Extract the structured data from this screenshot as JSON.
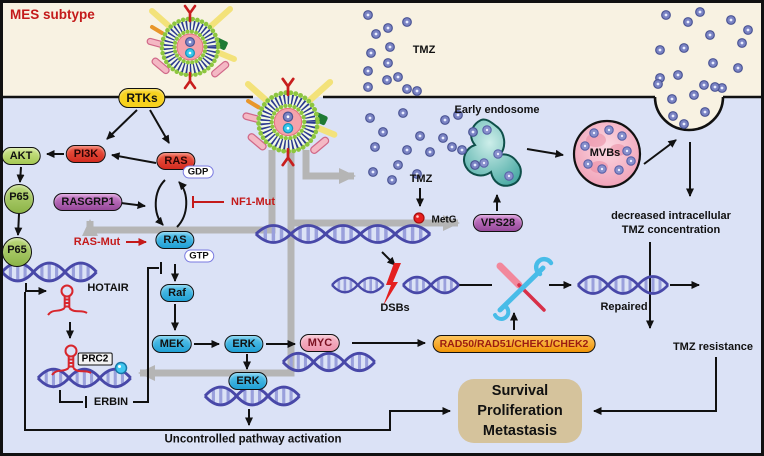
{
  "title": "MES subtype",
  "extracellular": {
    "tmz_label": "TMZ"
  },
  "membrane": {
    "rtks": "RTKs"
  },
  "signaling": {
    "pi3k": "PI3K",
    "akt": "AKT",
    "p65a": "P65",
    "p65b": "P65",
    "ras_gdp": "RAS",
    "gdp": "GDP",
    "rasgrp1": "RASGRP1",
    "nf1_mut": "NF1-Mut",
    "ras_mut": "RAS-Mut",
    "ras_gtp": "RAS",
    "gtp": "GTP",
    "raf": "Raf",
    "mek": "MEK",
    "erk1": "ERK",
    "erk2": "ERK",
    "myc": "MYC",
    "hotair": "HOTAIR",
    "prc2": "PRC2",
    "erbin": "ERBIN",
    "uncontrolled": "Uncontrolled pathway activation"
  },
  "tmz_pathway": {
    "tmz_cytoplasm": "TMZ",
    "metg": "MetG",
    "dsbs": "DSBs",
    "repair_complex": "RAD50/RAD51/CHEK1/CHEK2",
    "repaired": "Repaired",
    "vps28": "VPS28",
    "early_endosome": "Early endosome",
    "mvbs": "MVBs",
    "decreased_line1": "decreased intracellular",
    "decreased_line2": "TMZ concentration",
    "tmz_resistance": "TMZ resistance"
  },
  "outcome": {
    "line1": "Survival",
    "line2": "Proliferation",
    "line3": "Metastasis"
  },
  "colors": {
    "extracellular_bg": "#f8f2e2",
    "cytoplasm_bg": "#dbe2f6",
    "accent_red": "#c41a1a",
    "gray_arrow": "#b5b5b5",
    "tmz_dot": "#7b84c4",
    "dna_strand": "#4848a8"
  }
}
